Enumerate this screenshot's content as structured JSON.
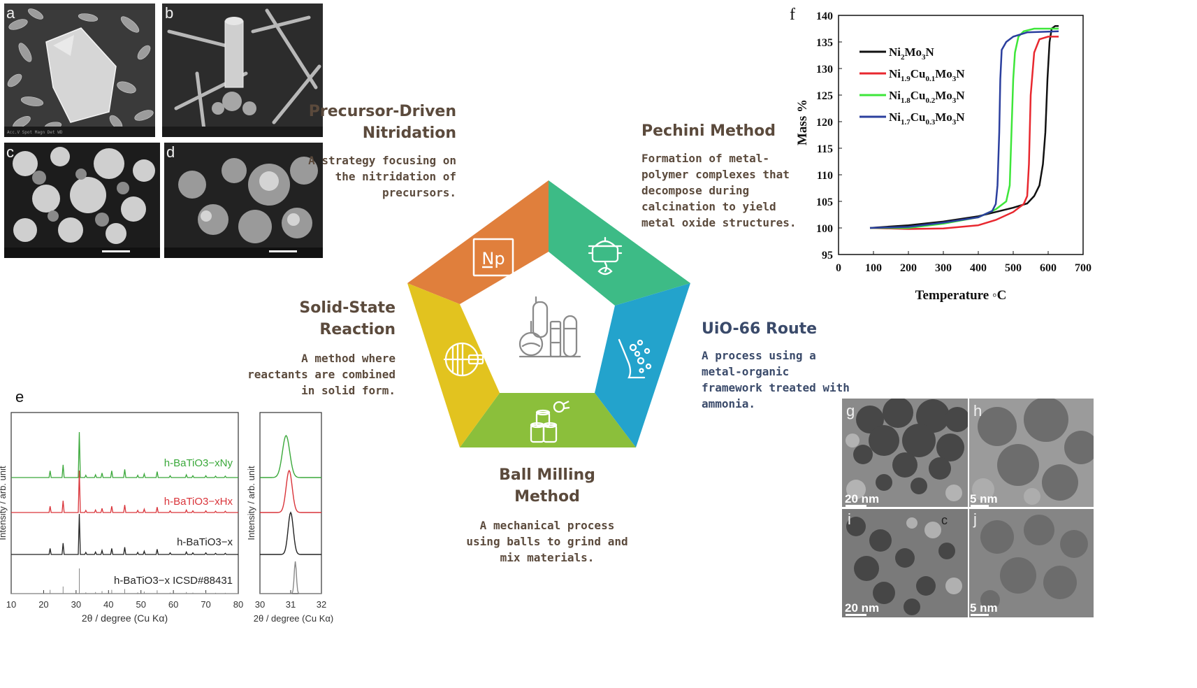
{
  "panels": {
    "a": "a",
    "b": "b",
    "c": "c",
    "d": "d",
    "e": "e",
    "f": "f",
    "g": "g",
    "h": "h",
    "i": "i",
    "j": "j",
    "c_overlay": "c"
  },
  "tem_scales": {
    "g": "20 nm",
    "h": "5 nm",
    "i": "20 nm",
    "j": "5 nm"
  },
  "methods": {
    "precursor": {
      "title_1": "Precursor-Driven",
      "title_2": "Nitridation",
      "desc": [
        "A strategy focusing on",
        "the nitridation of",
        "precursors."
      ]
    },
    "pechini": {
      "title": "Pechini Method",
      "desc": [
        "Formation of metal-",
        "polymer complexes that",
        "decompose during",
        "calcination to yield",
        "metal oxide structures."
      ]
    },
    "solid": {
      "title_1": "Solid-State",
      "title_2": "Reaction",
      "desc": [
        "A method where",
        "reactants are combined",
        "in solid form."
      ]
    },
    "uio": {
      "title": "UiO-66 Route",
      "desc": [
        "A process using a",
        "metal-organic",
        "framework treated with",
        "ammonia."
      ]
    },
    "ball": {
      "title_1": "Ball Milling",
      "title_2": "Method",
      "desc": [
        "A mechanical process",
        "using balls to grind and",
        "mix materials."
      ]
    }
  },
  "pentagon": {
    "colors": {
      "precursor": "#e07f3c",
      "pechini": "#3dbb86",
      "uio": "#23a3cc",
      "ball": "#8bbf3b",
      "solid": "#e2c31f",
      "center_icon": "#8a8a8a",
      "text": "#5b4a3c",
      "uio_text": "#3a4a6a"
    },
    "icons": [
      "np-element-icon",
      "boiling-pot-icon",
      "flask-beads-icon",
      "ball-mill-jars-icon",
      "mill-drum-icon",
      "chemical-plant-icon"
    ],
    "np_symbol": "Np"
  },
  "chart_data": [
    {
      "type": "line",
      "panel": "f",
      "title": "",
      "xlabel": "Temperature ◦C",
      "ylabel": "Mass %",
      "xlim": [
        0,
        700
      ],
      "ylim": [
        95,
        140
      ],
      "xticks": [
        0,
        100,
        200,
        300,
        400,
        500,
        600,
        700
      ],
      "yticks": [
        95,
        100,
        105,
        110,
        115,
        120,
        125,
        130,
        135,
        140
      ],
      "legend_position": "top-left",
      "grid": false,
      "series": [
        {
          "name": "Ni2Mo3N",
          "name_base": "Ni",
          "name_sub1": "2",
          "name_mid": "Mo",
          "name_sub2": "3",
          "name_end": "N",
          "color": "#111111",
          "x": [
            90,
            200,
            300,
            400,
            450,
            500,
            540,
            560,
            575,
            585,
            592,
            598,
            604,
            610,
            620,
            630
          ],
          "y": [
            100,
            100.5,
            101.2,
            102.2,
            103,
            103.8,
            104.6,
            106,
            108,
            112,
            118,
            128,
            135,
            137.5,
            138,
            138
          ]
        },
        {
          "name": "Ni1.9Cu0.1Mo3N",
          "name_base": "Ni",
          "name_sub1": "1.9",
          "name_mid": "Cu",
          "name_sub2": "0.1",
          "name_mid2": "Mo",
          "name_sub3": "3",
          "name_end": "N",
          "color": "#e8282f",
          "x": [
            90,
            200,
            300,
            400,
            450,
            500,
            530,
            540,
            545,
            550,
            560,
            575,
            600,
            630
          ],
          "y": [
            100,
            99.8,
            99.9,
            100.5,
            101.5,
            103,
            104.5,
            106,
            112,
            125,
            133,
            135.5,
            136,
            136
          ]
        },
        {
          "name": "Ni1.8Cu0.2Mo3N",
          "name_base": "Ni",
          "name_sub1": "1.8",
          "name_mid": "Cu",
          "name_sub2": "0.2",
          "name_mid2": "Mo",
          "name_sub3": "3",
          "name_end": "N",
          "color": "#3ee63a",
          "x": [
            90,
            200,
            300,
            400,
            450,
            480,
            490,
            495,
            500,
            505,
            515,
            530,
            560,
            630
          ],
          "y": [
            100,
            100,
            100.8,
            102,
            103.5,
            105,
            108,
            118,
            128,
            133,
            136,
            137,
            137.5,
            137.5
          ]
        },
        {
          "name": "Ni1.7Cu0.3Mo3N",
          "name_base": "Ni",
          "name_sub1": "1.7",
          "name_mid": "Cu",
          "name_sub2": "0.3",
          "name_mid2": "Mo",
          "name_sub3": "3",
          "name_end": "N",
          "color": "#2b3f9e",
          "x": [
            90,
            200,
            300,
            400,
            440,
            450,
            455,
            460,
            463,
            467,
            480,
            500,
            540,
            630
          ],
          "y": [
            100,
            100.2,
            101,
            102,
            103.2,
            104.5,
            108,
            118,
            128,
            133.5,
            135,
            136,
            136.8,
            137
          ]
        }
      ]
    },
    {
      "type": "line",
      "panel": "e-left",
      "xlabel": "2θ / degree (Cu Kα)",
      "ylabel": "Intensity / arb. unit",
      "xlim": [
        10,
        80
      ],
      "xticks": [
        10,
        20,
        30,
        40,
        50,
        60,
        70,
        80
      ],
      "grid": false,
      "series": [
        {
          "name": "h-BaTiO3−xNy",
          "color": "#3aa83a"
        },
        {
          "name": "h-BaTiO3−xHx",
          "color": "#d9343a"
        },
        {
          "name": "h-BaTiO3−x",
          "color": "#222222"
        },
        {
          "name": "h-BaTiO3−x ICSD#88431",
          "color": "#888888"
        }
      ],
      "peak_positions": [
        22,
        26,
        31,
        33,
        36,
        38,
        41,
        45,
        49,
        51,
        55,
        59,
        64,
        66,
        70,
        73,
        76
      ],
      "peak_heights": [
        0.15,
        0.28,
        1.0,
        0.05,
        0.06,
        0.1,
        0.15,
        0.18,
        0.05,
        0.08,
        0.13,
        0.04,
        0.06,
        0.04,
        0.04,
        0.03,
        0.03
      ]
    },
    {
      "type": "line",
      "panel": "e-right",
      "xlabel": "2θ / degree (Cu Kα)",
      "ylabel": "Intensity / arb. unit",
      "xlim": [
        30,
        32
      ],
      "xticks": [
        30,
        31,
        32
      ],
      "series": [
        {
          "name": "h-BaTiO3−xNy",
          "color": "#3aa83a",
          "center": 30.85,
          "width": 0.17
        },
        {
          "name": "h-BaTiO3−xHx",
          "color": "#d9343a",
          "center": 30.95,
          "width": 0.14
        },
        {
          "name": "h-BaTiO3−x",
          "color": "#222222",
          "center": 31.0,
          "width": 0.12
        },
        {
          "name": "h-BaTiO3−x ICSD#88431",
          "color": "#888888",
          "center": 31.15,
          "width": 0.05
        }
      ]
    }
  ]
}
